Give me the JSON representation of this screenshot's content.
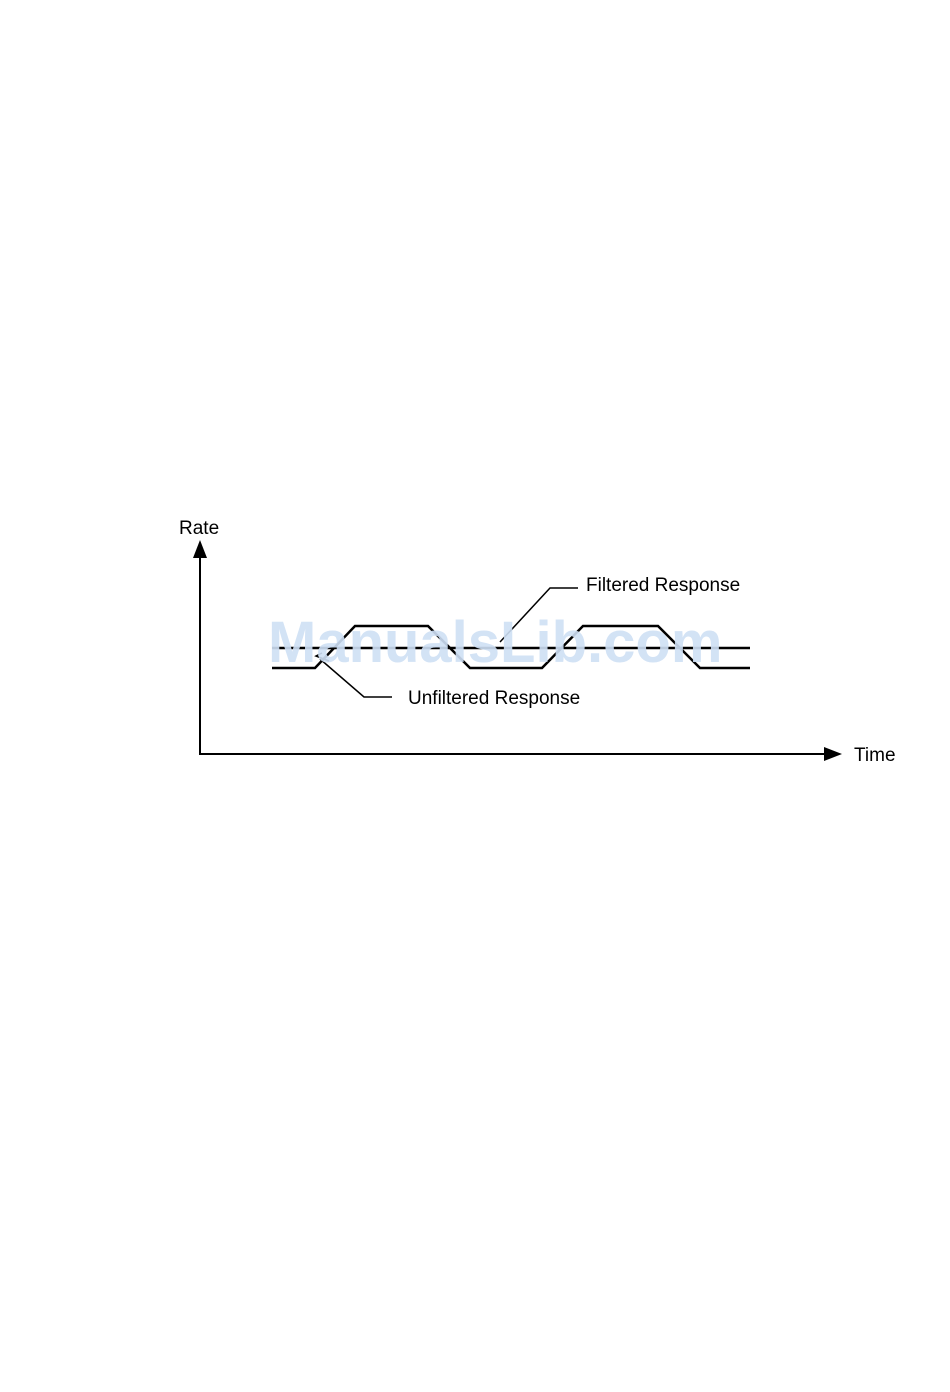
{
  "diagram": {
    "y_axis_label": "Rate",
    "x_axis_label": "Time",
    "filtered_label": "Filtered Response",
    "unfiltered_label": "Unfiltered Response",
    "line_color": "#000000"
  },
  "watermark": {
    "text": "ManualsLib.com",
    "color": "#cfe0f5"
  }
}
